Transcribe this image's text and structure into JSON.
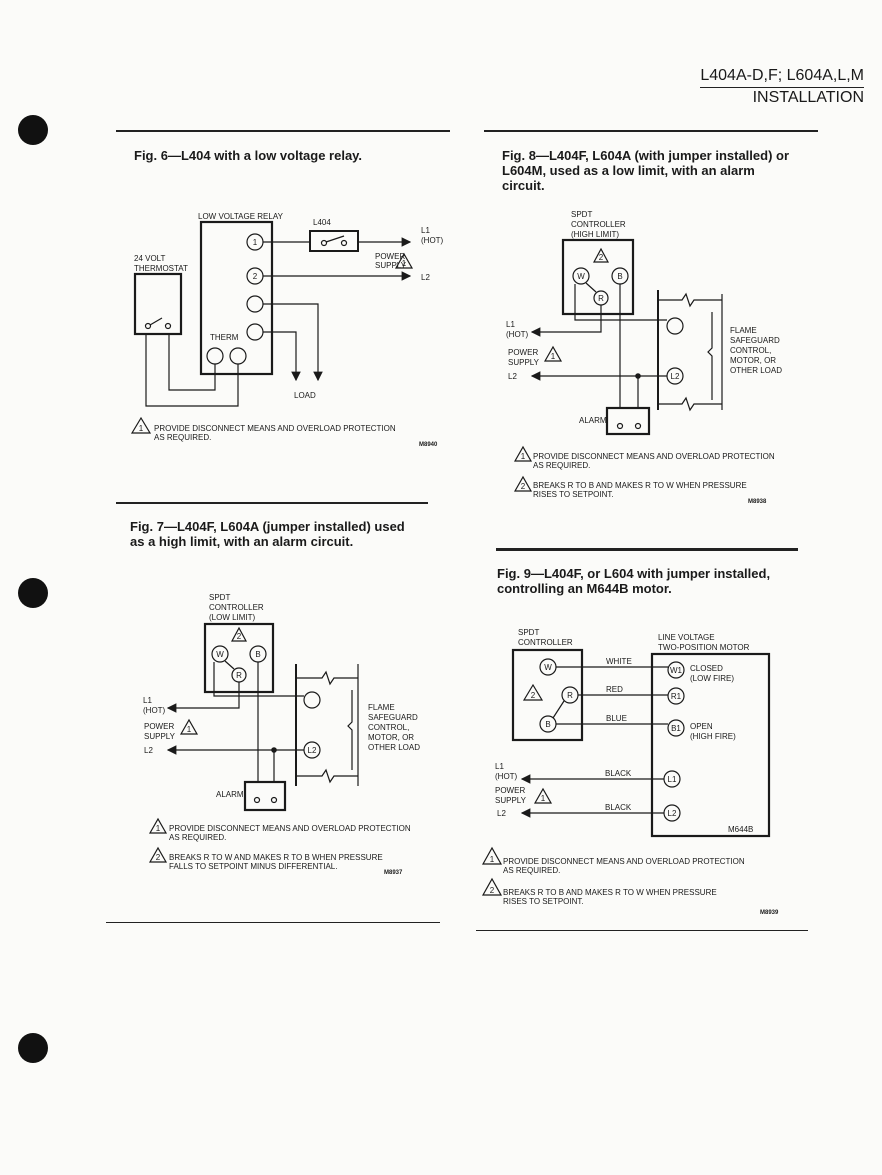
{
  "header": {
    "model_line": "L404A-D,F; L604A,L,M",
    "section": "INSTALLATION"
  },
  "fig6": {
    "title": "Fig. 6—L404 with a low voltage relay.",
    "relay_label": "LOW VOLTAGE RELAY",
    "l404_label": "L404",
    "thermostat_line1": "24 VOLT",
    "thermostat_line2": "THERMOSTAT",
    "term1": "1",
    "term2": "2",
    "therm_label": "THERM",
    "l1_line1": "L1",
    "l1_line2": "(HOT)",
    "power_line1": "POWER",
    "power_line2": "SUPPLY",
    "l2": "L2",
    "load": "LOAD",
    "note_num": "1",
    "note1_line1": "PROVIDE DISCONNECT MEANS AND OVERLOAD PROTECTION",
    "note1_line2": "AS REQUIRED.",
    "code": "M8940"
  },
  "fig7": {
    "title_line1": "Fig. 7—L404F, L604A (jumper installed) used",
    "title_line2": "as a high limit, with an alarm circuit.",
    "ctrl_line1": "SPDT",
    "ctrl_line2": "CONTROLLER",
    "ctrl_line3": "(LOW LIMIT)",
    "w": "W",
    "b": "B",
    "r": "R",
    "l1_line1": "L1",
    "l1_line2": "(HOT)",
    "power_line1": "POWER",
    "power_line2": "SUPPLY",
    "l2": "L2",
    "l2_term": "L2",
    "flame_line1": "FLAME",
    "flame_line2": "SAFEGUARD",
    "flame_line3": "CONTROL,",
    "flame_line4": "MOTOR, OR",
    "flame_line5": "OTHER LOAD",
    "alarm": "ALARM",
    "note_num1": "1",
    "note_num2": "2",
    "note1_line1": "PROVIDE DISCONNECT MEANS AND OVERLOAD PROTECTION",
    "note1_line2": "AS REQUIRED.",
    "note2_line1": "BREAKS R TO W AND MAKES R TO B WHEN PRESSURE",
    "note2_line2": "FALLS TO SETPOINT MINUS DIFFERENTIAL.",
    "code": "M8937"
  },
  "fig8": {
    "title_line1": "Fig. 8—L404F, L604A (with jumper installed) or",
    "title_line2": "L604M, used as a low limit, with an alarm",
    "title_line3": "circuit.",
    "ctrl_line1": "SPDT",
    "ctrl_line2": "CONTROLLER",
    "ctrl_line3": "(HIGH LIMIT)",
    "w": "W",
    "b": "B",
    "r": "R",
    "l1_line1": "L1",
    "l1_line2": "(HOT)",
    "power_line1": "POWER",
    "power_line2": "SUPPLY",
    "l2": "L2",
    "l2_term": "L2",
    "flame_line1": "FLAME",
    "flame_line2": "SAFEGUARD",
    "flame_line3": "CONTROL,",
    "flame_line4": "MOTOR, OR",
    "flame_line5": "OTHER LOAD",
    "alarm": "ALARM",
    "note_num1": "1",
    "note_num2": "2",
    "note1_line1": "PROVIDE DISCONNECT MEANS AND OVERLOAD PROTECTION",
    "note1_line2": "AS REQUIRED.",
    "note2_line1": "BREAKS R TO B AND MAKES R TO W WHEN PRESSURE",
    "note2_line2": "RISES TO SETPOINT.",
    "code": "M8938"
  },
  "fig9": {
    "title_line1": "Fig. 9—L404F, or L604 with jumper installed,",
    "title_line2": "controlling an M644B motor.",
    "ctrl_line1": "SPDT",
    "ctrl_line2": "CONTROLLER",
    "motor_line1": "LINE VOLTAGE",
    "motor_line2": "TWO-POSITION MOTOR",
    "w": "W",
    "r": "R",
    "b": "B",
    "white": "WHITE",
    "red": "RED",
    "blue": "BLUE",
    "w1": "W1",
    "r1": "R1",
    "b1": "B1",
    "l1t": "L1",
    "l2t": "L2",
    "closed_line1": "CLOSED",
    "closed_line2": "(LOW FIRE)",
    "open_line1": "OPEN",
    "open_line2": "(HIGH FIRE)",
    "l1_line1": "L1",
    "l1_line2": "(HOT)",
    "power_line1": "POWER",
    "power_line2": "SUPPLY",
    "l2": "L2",
    "black1": "BLACK",
    "black2": "BLACK",
    "motor_model": "M644B",
    "note_num1": "1",
    "note_num2": "2",
    "note1_line1": "PROVIDE DISCONNECT MEANS AND OVERLOAD PROTECTION",
    "note1_line2": "AS REQUIRED.",
    "note2_line1": "BREAKS R TO B AND MAKES R TO W WHEN PRESSURE",
    "note2_line2": "RISES TO SETPOINT.",
    "code": "M8939"
  }
}
